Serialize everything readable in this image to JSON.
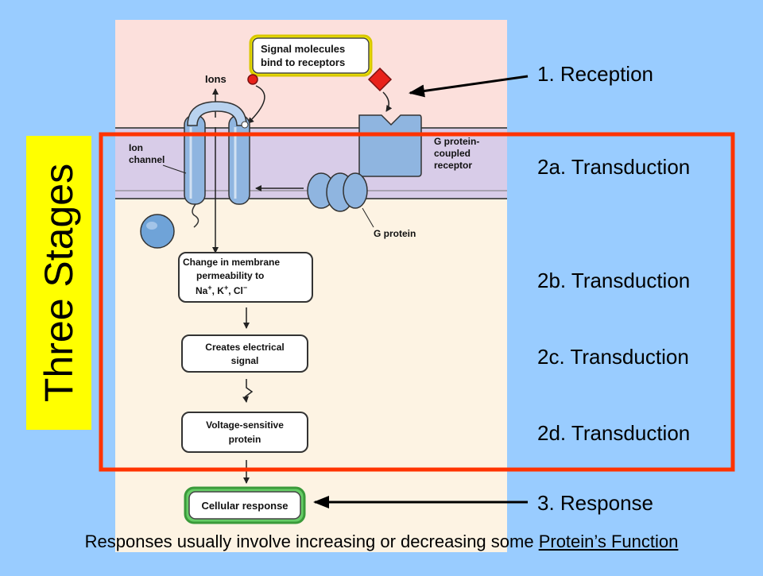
{
  "figure": {
    "labels": {
      "signal": [
        "Signal molecules",
        "bind to receptors"
      ],
      "ions": "Ions",
      "ion_channel": [
        "Ion",
        "channel"
      ],
      "gpcr": [
        "G protein-",
        "coupled",
        "receptor"
      ],
      "g_protein": "G protein",
      "permeability": [
        "Change in membrane",
        "permeability to"
      ],
      "ion_list": {
        "na": "Na",
        "k": "K",
        "cl": "Cl"
      },
      "electrical": [
        "Creates electrical",
        "signal"
      ],
      "voltage": [
        "Voltage-sensitive",
        "protein"
      ],
      "cellular": "Cellular response"
    }
  },
  "stages": {
    "reception": "1. Reception",
    "transduction_a": "2a. Transduction",
    "transduction_b": "2b. Transduction",
    "transduction_c": "2c. Transduction",
    "transduction_d": "2d. Transduction",
    "response": "3. Response"
  },
  "vertical_title": "Three Stages",
  "footer": {
    "text": "Responses usually involve increasing or decreasing some ",
    "emphasis": "Protein’s Function"
  },
  "colors": {
    "background": "#99ccff",
    "title_box": "#ffff00",
    "highlight_frame": "#ff3300",
    "extracellular": "#fce0dc",
    "membrane": "#d8cce8",
    "cytoplasm": "#fdf3e3",
    "protein_blue": "#8fb5e0",
    "signal_box": "#ffff00",
    "response_box": "#66cc66",
    "signal_molecule": "#e8211a"
  }
}
